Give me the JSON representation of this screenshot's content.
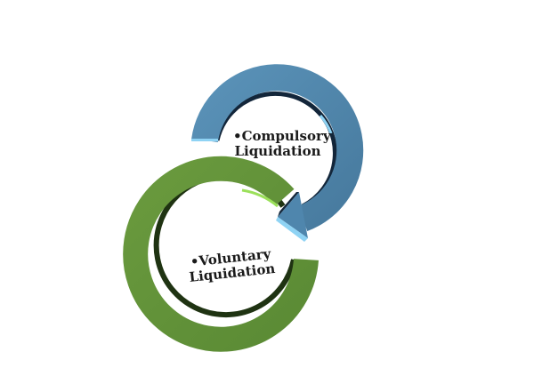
{
  "diagram": {
    "type": "cycle",
    "nodes": [
      {
        "id": "compulsory",
        "bullet": "•",
        "line1": "Compulsory",
        "line2": "Liquidation",
        "arrow_color": "#4f86ad",
        "arrow_highlight": "#8fd3f4"
      },
      {
        "id": "voluntary",
        "bullet": "•",
        "line1": "Voluntary",
        "line2": "Liquidation",
        "arrow_color": "#62923a",
        "arrow_highlight": "#9be05a"
      }
    ],
    "background": "#ffffff"
  }
}
